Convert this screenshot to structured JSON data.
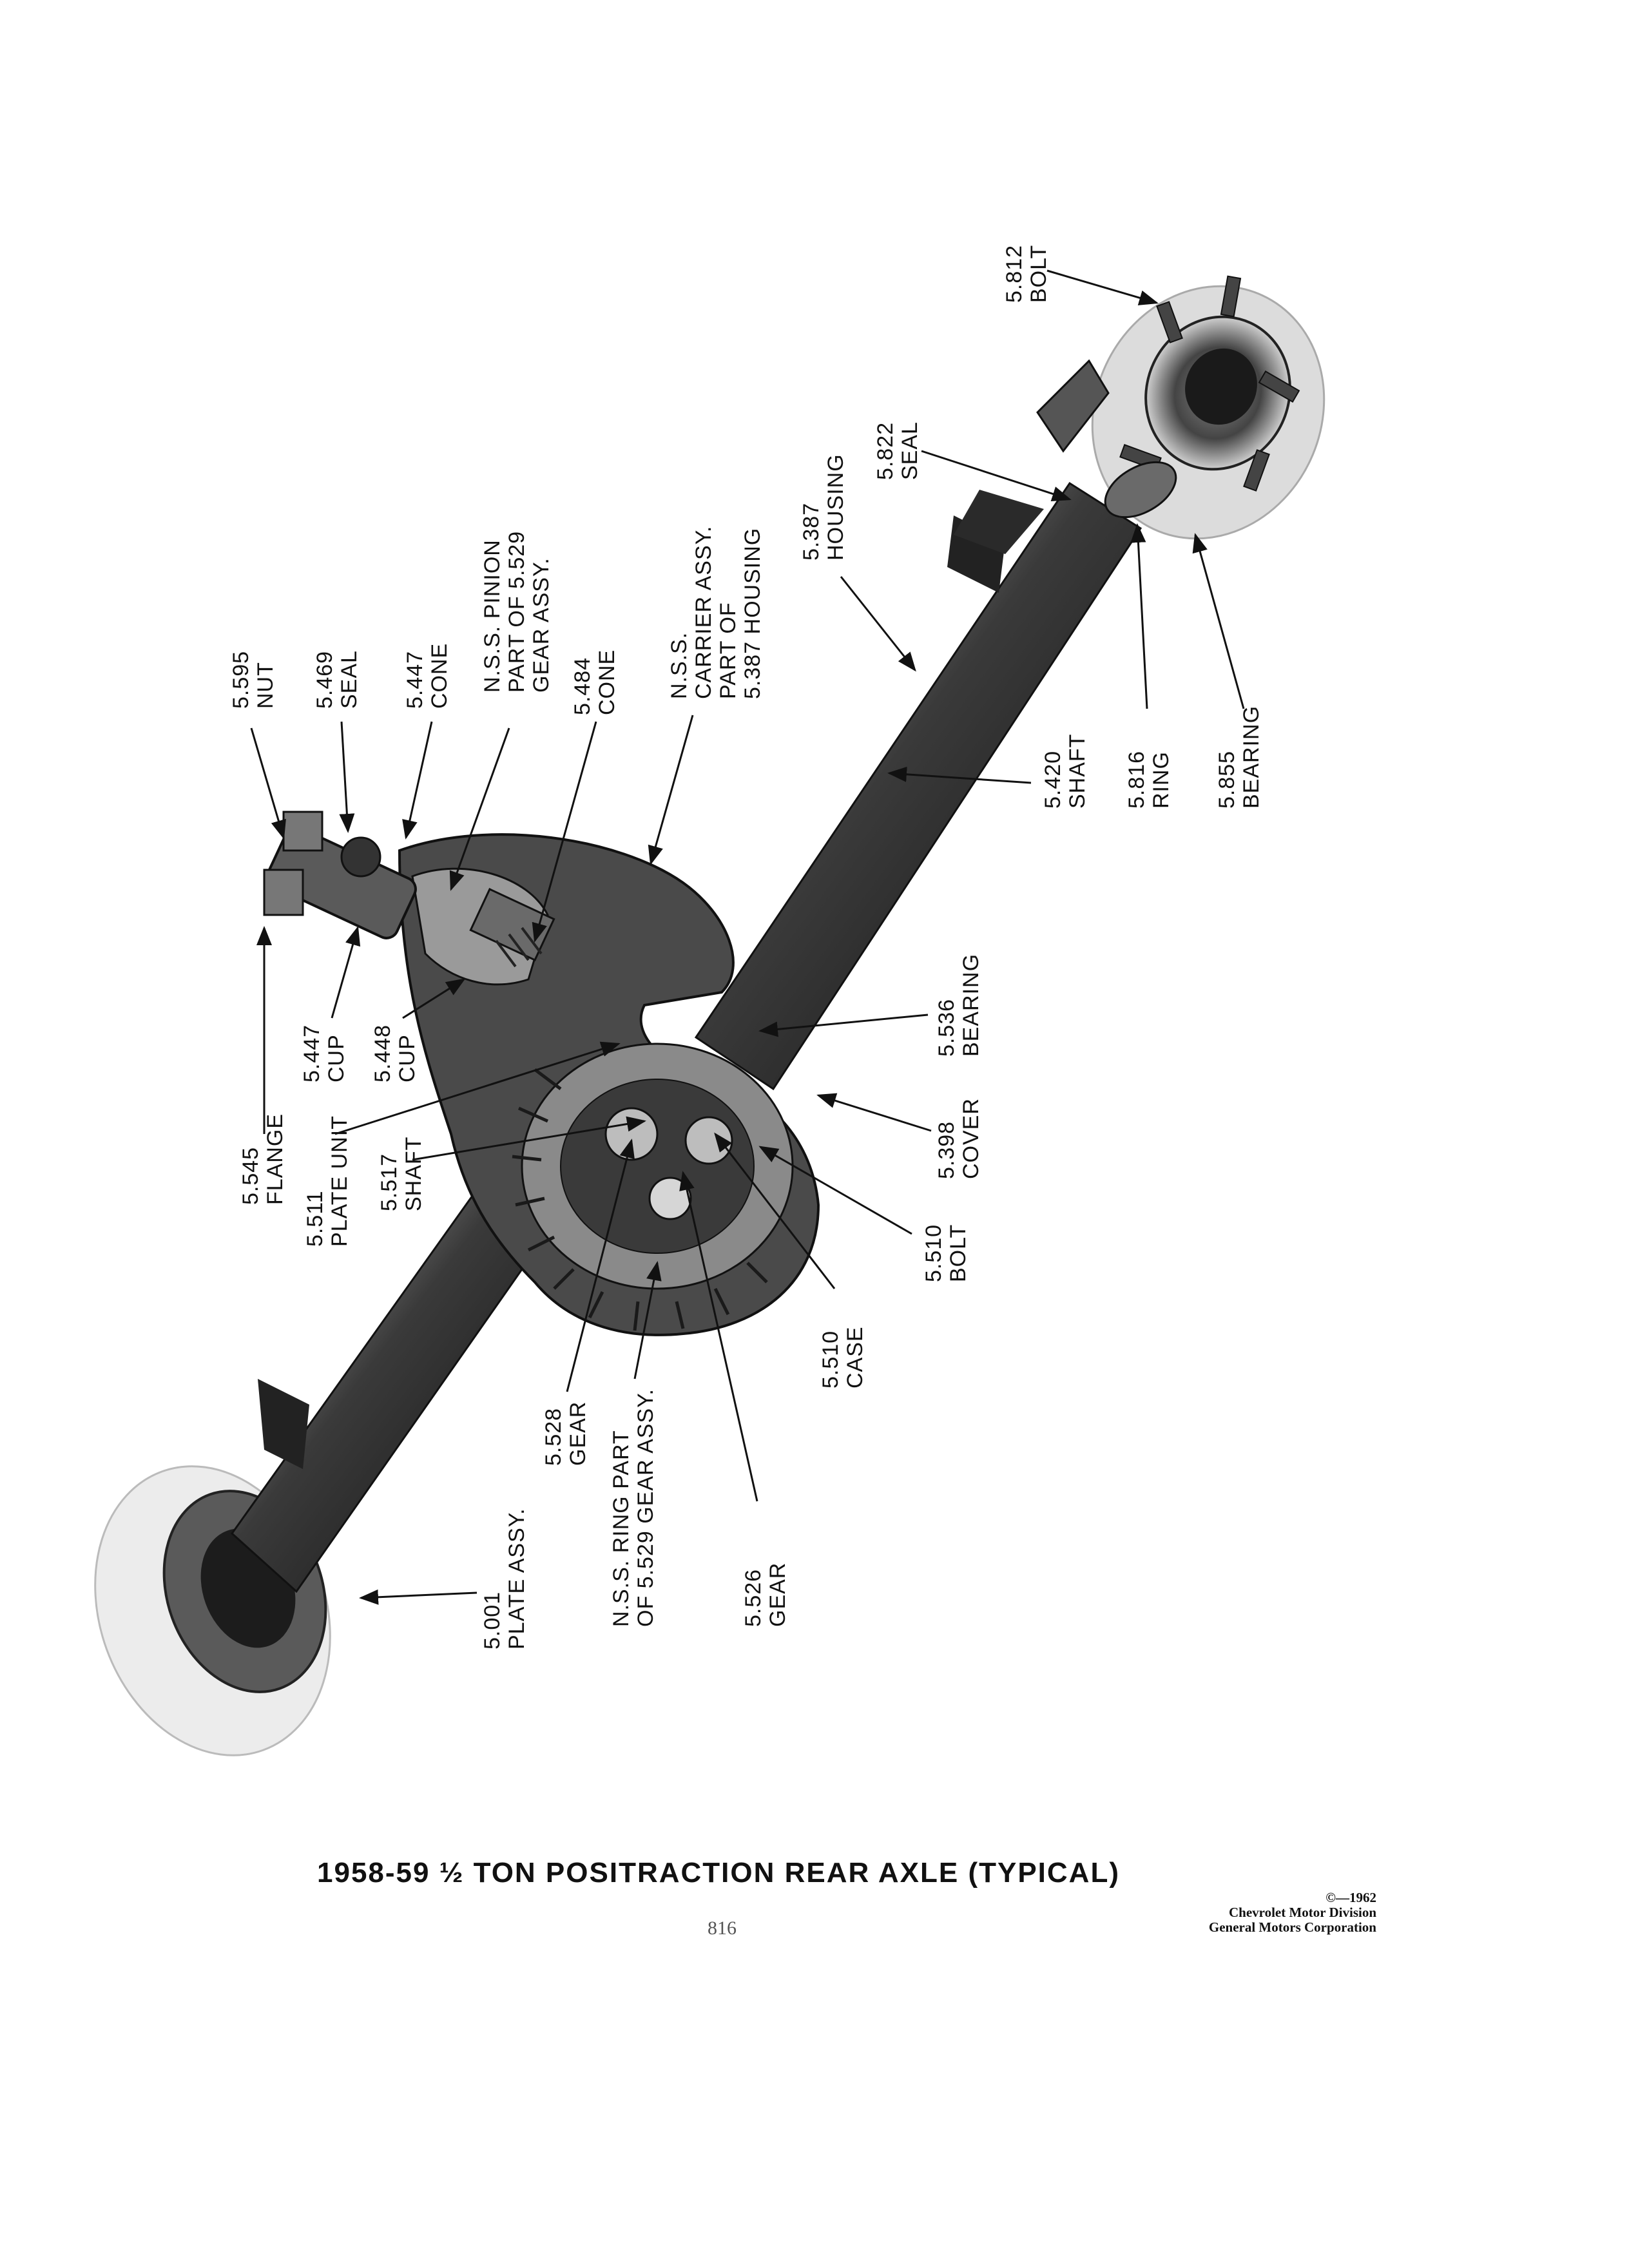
{
  "title": "1958-59 ½ TON POSITRACTION REAR AXLE (TYPICAL)",
  "page_number": "816",
  "credit": {
    "copyright": "©—1962",
    "line1": "Chevrolet Motor Division",
    "line2": "General Motors Corporation"
  },
  "parts": [
    {
      "id": "bolt-5812",
      "lines": [
        "5.812",
        "BOLT"
      ]
    },
    {
      "id": "seal-5822",
      "lines": [
        "5.822",
        "SEAL"
      ]
    },
    {
      "id": "housing-5387",
      "lines": [
        "5.387",
        "HOUSING"
      ]
    },
    {
      "id": "carrier",
      "lines": [
        "N.S.S.",
        "CARRIER ASSY.",
        "PART OF",
        "5.387 HOUSING"
      ]
    },
    {
      "id": "pinion",
      "lines": [
        "N.S.S. PINION",
        "PART OF 5.529",
        "GEAR ASSY."
      ]
    },
    {
      "id": "cone-5484",
      "lines": [
        "5.484",
        "CONE"
      ]
    },
    {
      "id": "cone-5447",
      "lines": [
        "5.447",
        "CONE"
      ]
    },
    {
      "id": "seal-5469",
      "lines": [
        "5.469",
        "SEAL"
      ]
    },
    {
      "id": "nut-5595",
      "lines": [
        "5.595",
        "NUT"
      ]
    },
    {
      "id": "shaft-5420",
      "lines": [
        "5.420",
        "SHAFT"
      ]
    },
    {
      "id": "ring-5816",
      "lines": [
        "5.816",
        "RING"
      ]
    },
    {
      "id": "bearing-5855",
      "lines": [
        "5.855",
        "BEARING"
      ]
    },
    {
      "id": "bearing-5536",
      "lines": [
        "5.536",
        "BEARING"
      ]
    },
    {
      "id": "cover-5398",
      "lines": [
        "5.398",
        "COVER"
      ]
    },
    {
      "id": "bolt-5510",
      "lines": [
        "5.510",
        "BOLT"
      ]
    },
    {
      "id": "case-5510",
      "lines": [
        "5.510",
        "CASE"
      ]
    },
    {
      "id": "cup-5447",
      "lines": [
        "5.447",
        "CUP"
      ]
    },
    {
      "id": "cup-5448",
      "lines": [
        "5.448",
        "CUP"
      ]
    },
    {
      "id": "flange-5545",
      "lines": [
        "5.545",
        "FLANGE"
      ]
    },
    {
      "id": "plate-unit-5511",
      "lines": [
        "5.511",
        "PLATE UNIT"
      ]
    },
    {
      "id": "shaft-5517",
      "lines": [
        "5.517",
        "SHAFT"
      ]
    },
    {
      "id": "gear-5528",
      "lines": [
        "5.528",
        "GEAR"
      ]
    },
    {
      "id": "ring-gear",
      "lines": [
        "N.S.S. RING PART",
        "OF 5.529 GEAR ASSY."
      ]
    },
    {
      "id": "gear-5526",
      "lines": [
        "5.526",
        "GEAR"
      ]
    },
    {
      "id": "plate-5001",
      "lines": [
        "5.001",
        "PLATE ASSY."
      ]
    }
  ]
}
